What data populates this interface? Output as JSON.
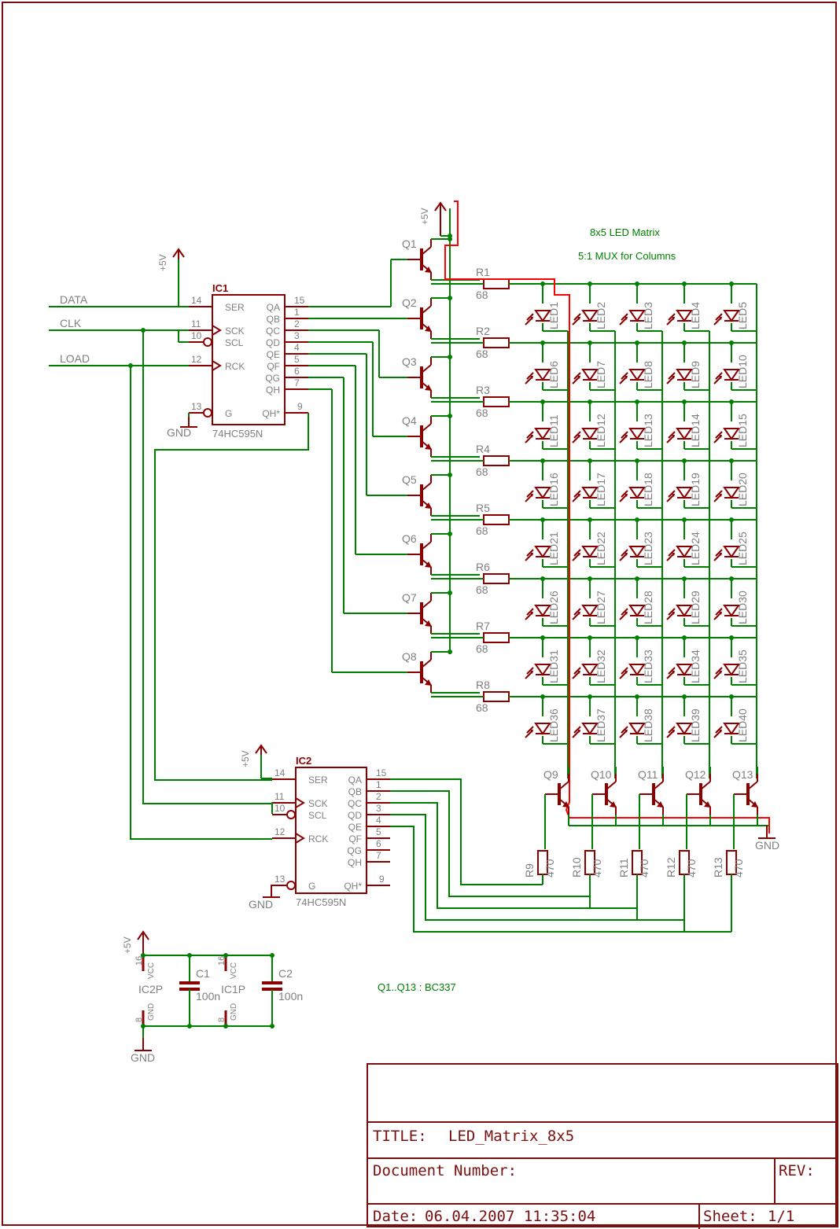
{
  "notes": {
    "matrix_title": "8x5 LED Matrix",
    "mux_note": "5:1 MUX for Columns",
    "transistor_note": "Q1..Q13 : BC337"
  },
  "inputs": [
    "DATA",
    "CLK",
    "LOAD"
  ],
  "ic1": {
    "name": "IC1",
    "part": "74HC595N"
  },
  "ic2": {
    "name": "IC2",
    "part": "74HC595N"
  },
  "ic_pins_left": [
    {
      "num": "14",
      "name": "SER"
    },
    {
      "num": "11",
      "name": "SCK"
    },
    {
      "num": "10",
      "name": "SCL"
    },
    {
      "num": "12",
      "name": "RCK"
    },
    {
      "num": "13",
      "name": "G"
    }
  ],
  "ic_pins_right": [
    {
      "num": "15",
      "name": "QA"
    },
    {
      "num": "1",
      "name": "QB"
    },
    {
      "num": "2",
      "name": "QC"
    },
    {
      "num": "3",
      "name": "QD"
    },
    {
      "num": "4",
      "name": "QE"
    },
    {
      "num": "5",
      "name": "QF"
    },
    {
      "num": "6",
      "name": "QG"
    },
    {
      "num": "7",
      "name": "QH"
    }
  ],
  "qh_star": {
    "num": "9",
    "name": "QH*"
  },
  "power": {
    "vcc": "+5V",
    "gnd": "GND"
  },
  "row_transistors": [
    "Q1",
    "Q2",
    "Q3",
    "Q4",
    "Q5",
    "Q6",
    "Q7",
    "Q8"
  ],
  "row_resistors": [
    {
      "name": "R1",
      "value": "68"
    },
    {
      "name": "R2",
      "value": "68"
    },
    {
      "name": "R3",
      "value": "68"
    },
    {
      "name": "R4",
      "value": "68"
    },
    {
      "name": "R5",
      "value": "68"
    },
    {
      "name": "R6",
      "value": "68"
    },
    {
      "name": "R7",
      "value": "68"
    },
    {
      "name": "R8",
      "value": "68"
    }
  ],
  "col_transistors": [
    "Q9",
    "Q10",
    "Q11",
    "Q12",
    "Q13"
  ],
  "col_resistors": [
    {
      "name": "R9",
      "value": "470"
    },
    {
      "name": "R10",
      "value": "470"
    },
    {
      "name": "R11",
      "value": "470"
    },
    {
      "name": "R12",
      "value": "470"
    },
    {
      "name": "R13",
      "value": "470"
    }
  ],
  "led_prefix": "LED",
  "power_block": {
    "ic2p": "IC2P",
    "ic1p": "IC1P",
    "vcc_label": "VCC",
    "gnd_label": "GND",
    "vcc_pin": "16",
    "gnd_pin": "8",
    "caps": [
      {
        "name": "C1",
        "value": "100n"
      },
      {
        "name": "C2",
        "value": "100n"
      }
    ]
  },
  "title_block": {
    "title_label": "TITLE:",
    "title": "LED_Matrix_8x5",
    "doc_label": "Document Number:",
    "rev_label": "REV:",
    "date_label": "Date:",
    "date": "06.04.2007 11:35:04",
    "sheet_label": "Sheet:",
    "sheet": "1/1"
  },
  "colors": {
    "wire": "#008000",
    "component": "#8b0000",
    "frame": "#7a0f0f",
    "highlight": "#ff0000",
    "text": "#7f7f7f"
  }
}
